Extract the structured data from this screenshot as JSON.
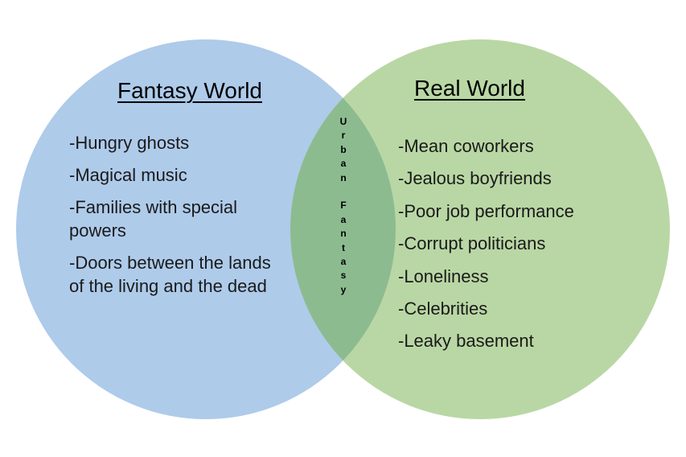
{
  "fantasy": {
    "title": "Fantasy World",
    "items": [
      "-Hungry ghosts",
      "-Magical music",
      "-Families with special powers",
      "-Doors between the lands of the living and the dead"
    ]
  },
  "real": {
    "title": "Real World",
    "items": [
      "-Mean coworkers",
      "-Jealous boyfriends",
      "-Poor job performance",
      "-Corrupt politicians",
      "-Loneliness",
      "-Celebrities",
      "-Leaky basement"
    ]
  },
  "overlap": {
    "label": "Urban Fantasy"
  },
  "colors": {
    "fantasy_fill": "#aecbea",
    "real_fill": "#b9d7a4",
    "overlap_fill": "#8dbb90"
  }
}
